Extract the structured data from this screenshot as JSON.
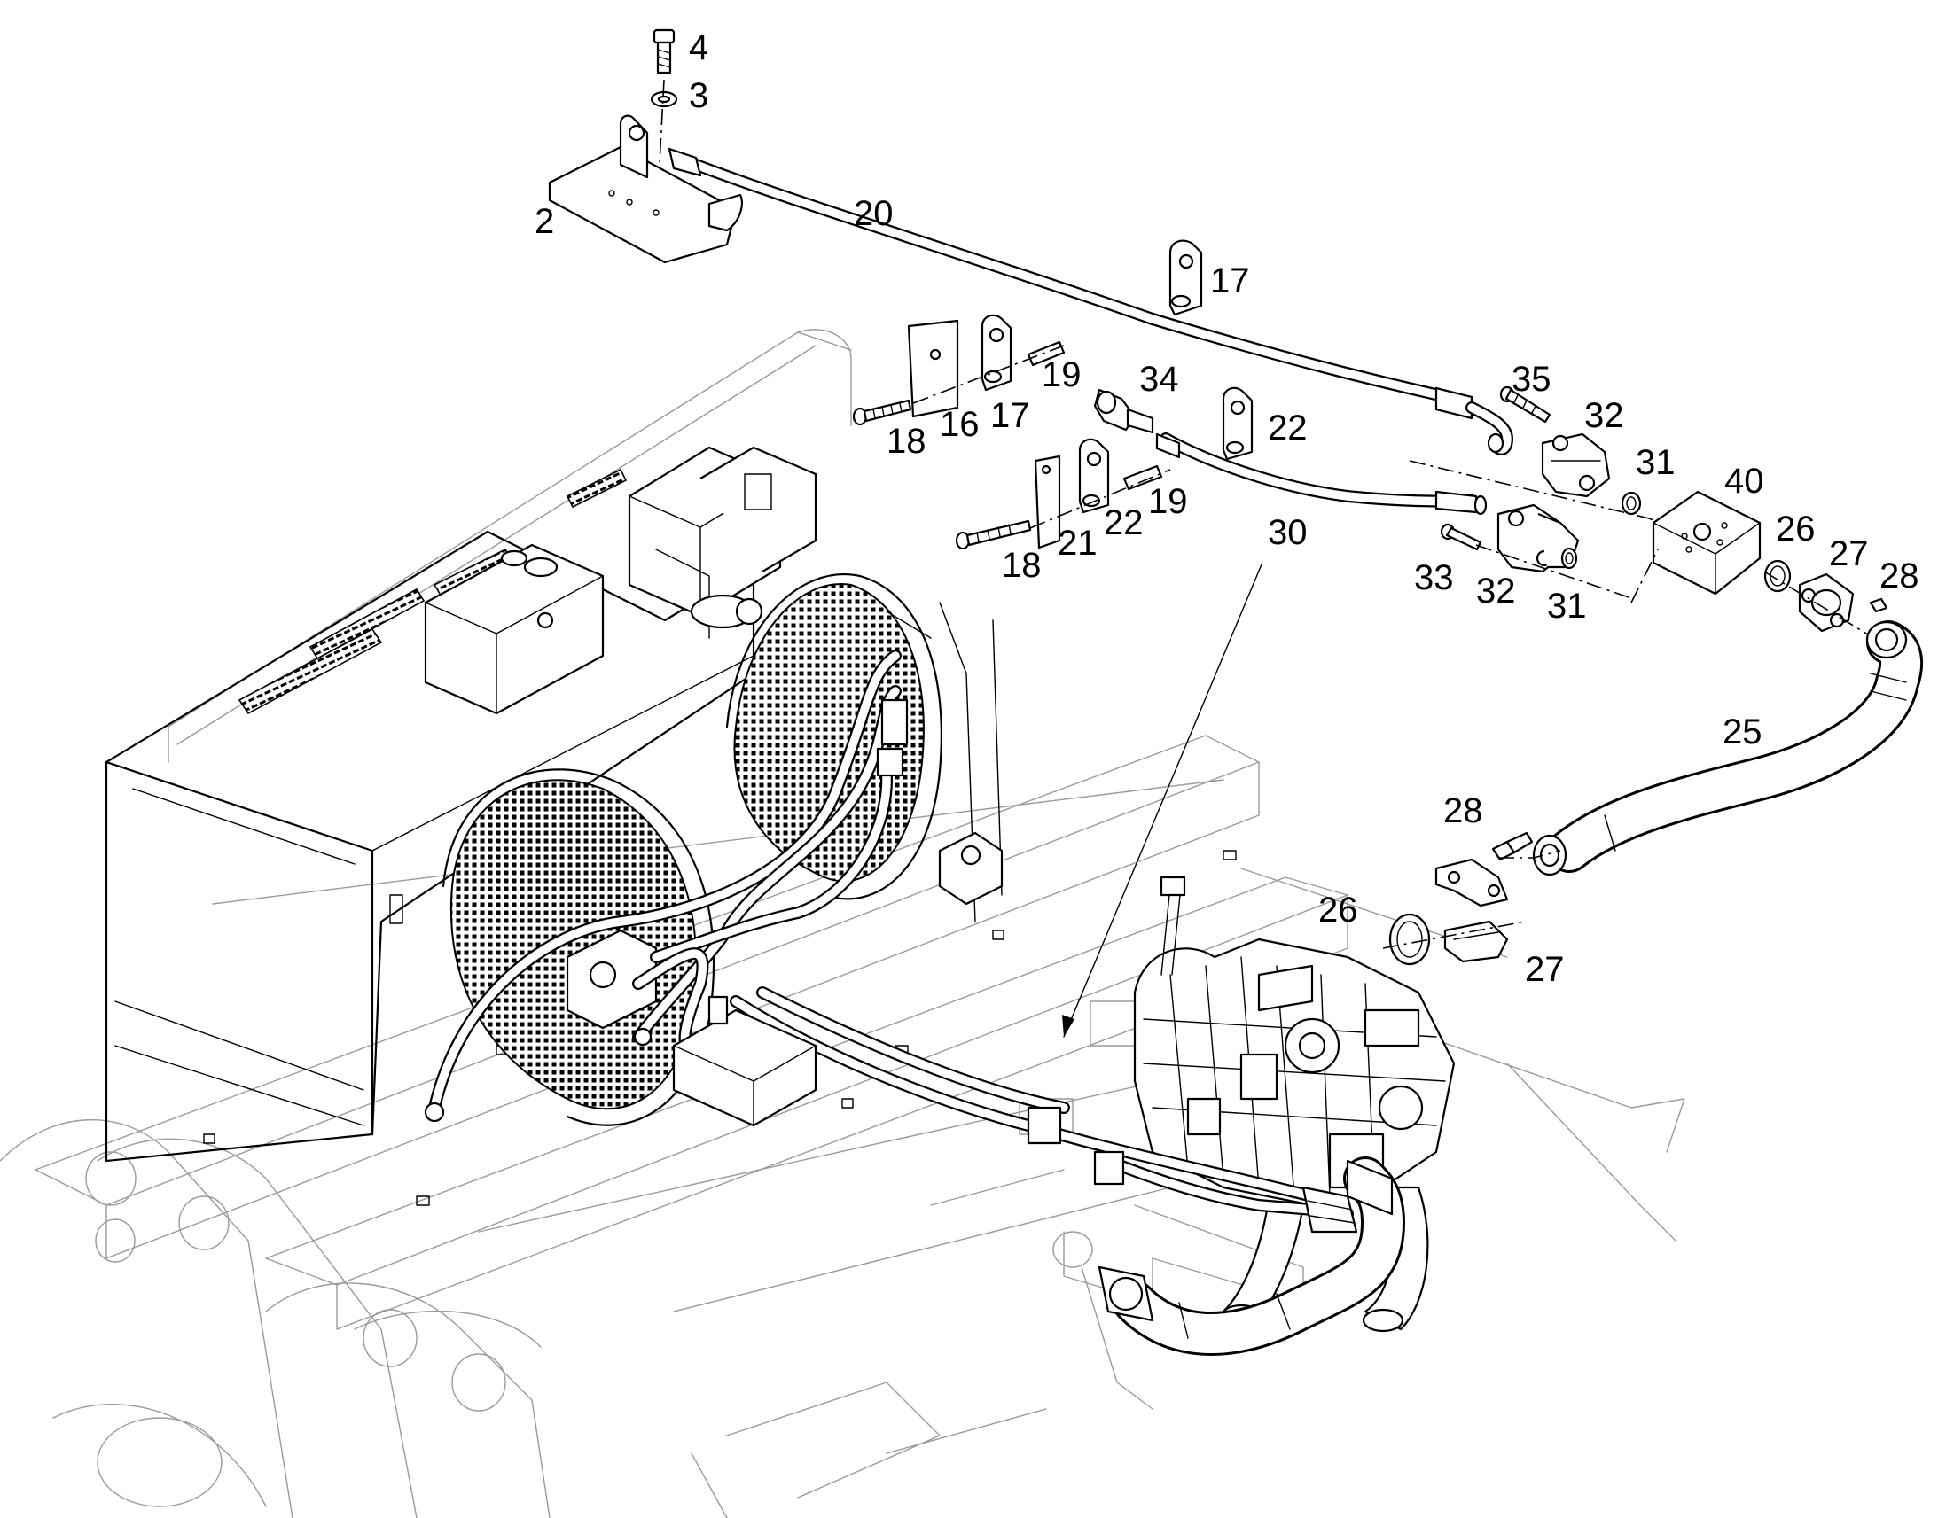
{
  "callouts": {
    "c4": "4",
    "c3": "3",
    "c2": "2",
    "c20": "20",
    "c17a": "17",
    "c19a": "19",
    "c16": "16",
    "c17b": "17",
    "c18a": "18",
    "c34": "34",
    "c22a": "22",
    "c35": "35",
    "c32a": "32",
    "c31a": "31",
    "c40": "40",
    "c19b": "19",
    "c22b": "22",
    "c21": "21",
    "c18b": "18",
    "c30": "30",
    "c33": "33",
    "c32b": "32",
    "c31b": "31",
    "c26a": "26",
    "c27a": "27",
    "c28a": "28",
    "c25": "25",
    "c28b": "28",
    "c26b": "26",
    "c27b": "27"
  }
}
